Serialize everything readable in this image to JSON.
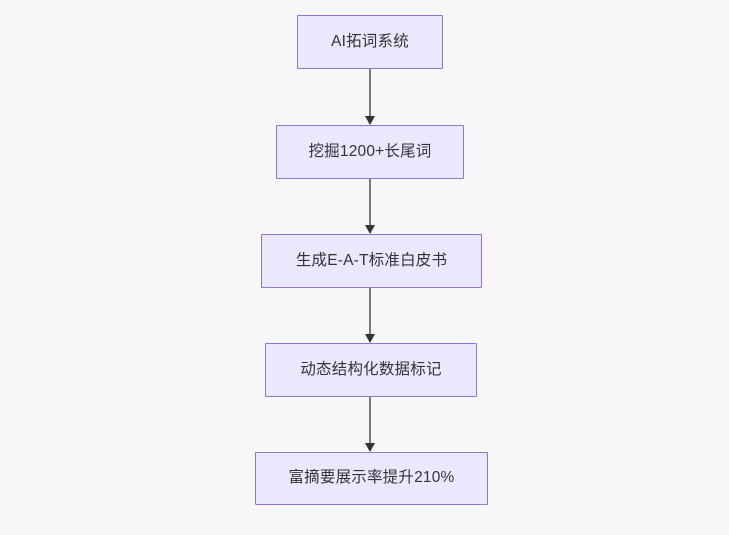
{
  "diagram": {
    "type": "flowchart",
    "direction": "top-down",
    "background_color": "#f7f7f7",
    "node_fill_color": "#eae8fd",
    "node_border_color": "#9673d3",
    "node_text_color": "#333333",
    "edge_line_color": "#7a7a7a",
    "edge_arrow_color": "#333333",
    "nodes": [
      {
        "id": "n0",
        "label": "AI拓词系统"
      },
      {
        "id": "n1",
        "label": "挖掘1200+长尾词"
      },
      {
        "id": "n2",
        "label": "生成E-A-T标准白皮书"
      },
      {
        "id": "n3",
        "label": "动态结构化数据标记"
      },
      {
        "id": "n4",
        "label": "富摘要展示率提升210%"
      }
    ],
    "edges": [
      {
        "id": "e0",
        "from": "n0",
        "to": "n1",
        "arrow": "arrow-down-icon"
      },
      {
        "id": "e1",
        "from": "n1",
        "to": "n2",
        "arrow": "arrow-down-icon"
      },
      {
        "id": "e2",
        "from": "n2",
        "to": "n3",
        "arrow": "arrow-down-icon"
      },
      {
        "id": "e3",
        "from": "n3",
        "to": "n4",
        "arrow": "arrow-down-icon"
      }
    ]
  }
}
